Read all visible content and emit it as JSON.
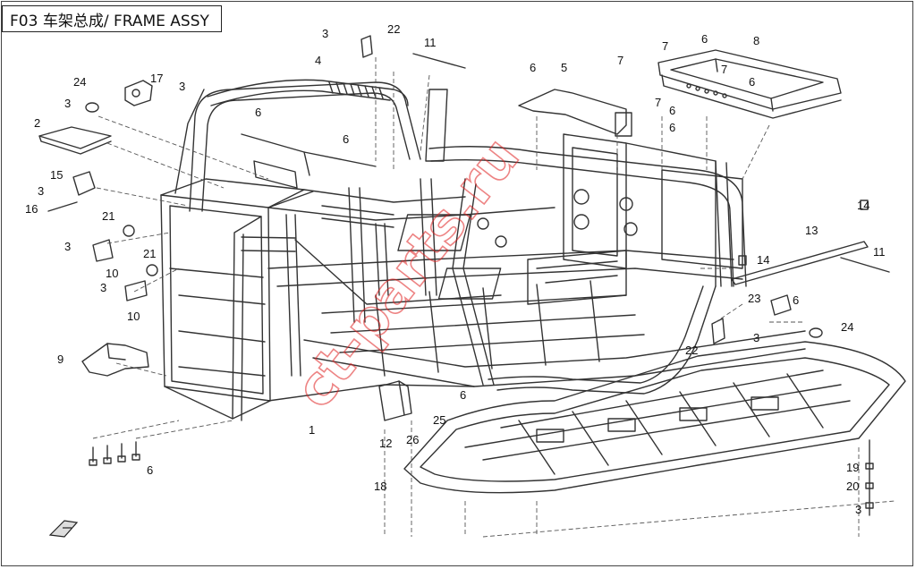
{
  "title": "F03 车架总成/ FRAME ASSY",
  "watermark": "ct-parts.ru",
  "accent_color": "#e02020",
  "callouts": [
    {
      "id": "c22a",
      "text": "22"
    },
    {
      "id": "c3a",
      "text": "3"
    },
    {
      "id": "c11a",
      "text": "11"
    },
    {
      "id": "c4",
      "text": "4"
    },
    {
      "id": "c6a",
      "text": "6"
    },
    {
      "id": "c5",
      "text": "5"
    },
    {
      "id": "c7a",
      "text": "7"
    },
    {
      "id": "c7b",
      "text": "7"
    },
    {
      "id": "c6b",
      "text": "6"
    },
    {
      "id": "c8",
      "text": "8"
    },
    {
      "id": "c7c",
      "text": "7"
    },
    {
      "id": "c6c",
      "text": "6"
    },
    {
      "id": "c7d",
      "text": "7"
    },
    {
      "id": "c24a",
      "text": "24"
    },
    {
      "id": "c17",
      "text": "17"
    },
    {
      "id": "c3b",
      "text": "3"
    },
    {
      "id": "c6d",
      "text": "6"
    },
    {
      "id": "c3c",
      "text": "3"
    },
    {
      "id": "c2",
      "text": "2"
    },
    {
      "id": "c6e",
      "text": "6"
    },
    {
      "id": "c6f",
      "text": "6"
    },
    {
      "id": "c15",
      "text": "15"
    },
    {
      "id": "c3d",
      "text": "3"
    },
    {
      "id": "c16",
      "text": "16"
    },
    {
      "id": "c21a",
      "text": "21"
    },
    {
      "id": "c3e",
      "text": "3"
    },
    {
      "id": "c21b",
      "text": "21"
    },
    {
      "id": "c10a",
      "text": "10"
    },
    {
      "id": "c3f",
      "text": "3"
    },
    {
      "id": "c10b",
      "text": "10"
    },
    {
      "id": "c9",
      "text": "9"
    },
    {
      "id": "c14a",
      "text": "14"
    },
    {
      "id": "c13",
      "text": "13"
    },
    {
      "id": "c11b",
      "text": "11"
    },
    {
      "id": "c14b",
      "text": "14"
    },
    {
      "id": "c23",
      "text": "23"
    },
    {
      "id": "c6g",
      "text": "6"
    },
    {
      "id": "c24b",
      "text": "24"
    },
    {
      "id": "c22b",
      "text": "22"
    },
    {
      "id": "c3g",
      "text": "3"
    },
    {
      "id": "c6h",
      "text": "6"
    },
    {
      "id": "c25",
      "text": "25"
    },
    {
      "id": "c1",
      "text": "1"
    },
    {
      "id": "c12",
      "text": "12"
    },
    {
      "id": "c26",
      "text": "26"
    },
    {
      "id": "c6i",
      "text": "6"
    },
    {
      "id": "c18",
      "text": "18"
    },
    {
      "id": "c19",
      "text": "19"
    },
    {
      "id": "c20",
      "text": "20"
    },
    {
      "id": "c3h",
      "text": "3"
    },
    {
      "id": "c6j",
      "text": "6"
    }
  ]
}
